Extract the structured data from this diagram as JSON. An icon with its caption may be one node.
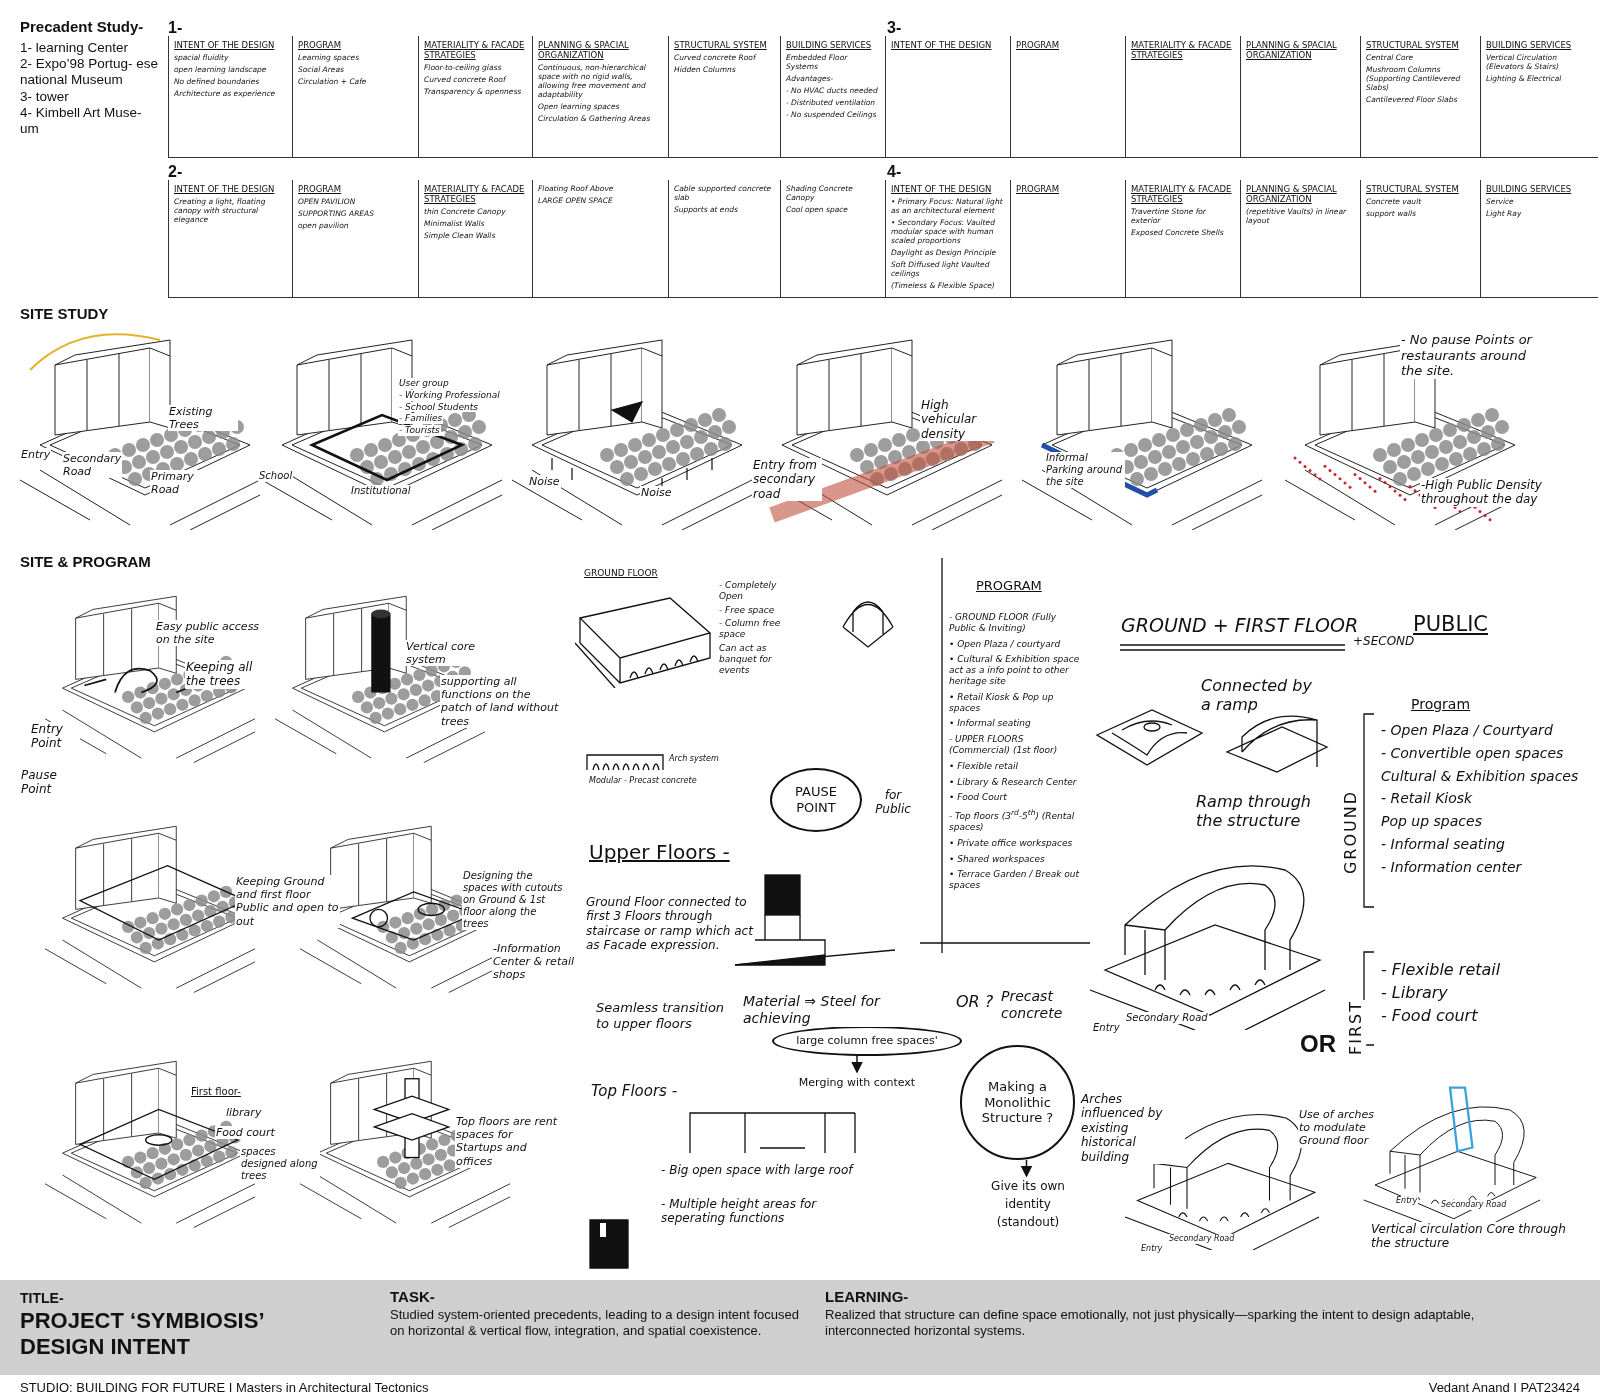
{
  "diagram": {
    "title": "PROJECT ‘SYMBIOSIS’ DESIGN INTENT",
    "nodes": [
      {
        "text": [
          "INTENT OF THE DESIGN",
          "spacial fluidity",
          "open learning landscape",
          "No defined boundaries",
          "Architecture as experience"
        ]
      },
      {
        "text": [
          "PROGRAM",
          "Learning spaces",
          "Social Areas",
          "Circulation + Cafe"
        ]
      },
      {
        "text": [
          "MATERIALITY & FACADE STRATEGIES",
          "Floor-to-ceiling glass",
          "Curved concrete Roof",
          "Transparency & openness"
        ]
      },
      {
        "text": [
          "PLANNING & SPACIAL ORGANIZATION",
          "Continuous, non-hierarchical space with no rigid walls, allowing free movement and adaptability",
          "Open learning spaces",
          "Circulation & Gathering Areas"
        ]
      },
      {
        "text": [
          "STRUCTURAL SYSTEM",
          "Curved concrete Roof",
          "Hidden Columns"
        ]
      },
      {
        "text": [
          "BUILDING SERVICES",
          "Embedded Floor Systems",
          "Advantages-",
          "- No HVAC ducts needed",
          "- Distributed ventilation",
          "- No suspended Ceilings"
        ]
      },
      {
        "text": [
          "INTENT OF THE DESIGN"
        ]
      },
      {
        "text": [
          "PROGRAM"
        ]
      },
      {
        "text": [
          "MATERIALITY & FACADE STRATEGIES"
        ]
      },
      {
        "text": [
          "PLANNING & SPACIAL ORGANIZATION"
        ]
      },
      {
        "text": [
          "STRUCTURAL SYSTEM",
          "Central Core",
          "Mushroom Columns (Supporting Cantilevered Slabs)",
          "Cantilevered Floor Slabs"
        ]
      },
      {
        "text": [
          "BUILDING SERVICES",
          "Vertical Circulation (Elevators & Stairs)",
          "Lighting & Electrical"
        ]
      },
      {
        "text": [
          "INTENT OF THE DESIGN",
          "Creating a light, floating canopy with structural elegance"
        ]
      },
      {
        "text": [
          "PROGRAM",
          "OPEN PAVILION",
          "SUPPORTING AREAS",
          "open pavilion"
        ]
      },
      {
        "text": [
          "MATERIALITY & FACADE STRATEGIES",
          "thin Concrete Canopy",
          "Minimalist Walls",
          "Simple Clean Walls"
        ]
      },
      {
        "text": [
          "Floating Roof Above",
          "LARGE OPEN SPACE"
        ]
      },
      {
        "text": [
          "Cable supported concrete slab",
          "Supports at ends"
        ]
      },
      {
        "text": [
          "Shading Concrete Canopy",
          "Cool open space"
        ]
      },
      {
        "text": [
          "INTENT OF THE DESIGN",
          "• Primary Focus: Natural light as an architectural element",
          "• Secondary Focus: Vaulted modular space with human scaled proportions",
          "Daylight as Design Principle",
          "Soft Diffused light Vaulted ceilings",
          "(Timeless & Flexible Space)"
        ]
      },
      {
        "text": [
          "PROGRAM"
        ]
      },
      {
        "text": [
          "MATERIALITY & FACADE STRATEGIES",
          "Travertine Stone for exterior",
          "Exposed Concrete Shells"
        ]
      },
      {
        "text": [
          "PLANNING & SPACIAL ORGANIZATION",
          "(repetitive Vaults) in linear layout"
        ]
      },
      {
        "text": [
          "STRUCTURAL SYSTEM",
          "Concrete vault",
          "support walls"
        ]
      },
      {
        "text": [
          "BUILDING SERVICES",
          "Service",
          "Light Ray"
        ]
      },
      {
        "text": [
          "PAUSE POINT"
        ],
        "beside": [
          "for Public"
        ]
      },
      {
        "text": [
          "large column free spaces'"
        ]
      },
      {
        "text": [
          "Merging with context"
        ]
      },
      {
        "text": [
          "Making a Monolithic Structure ?"
        ]
      },
      {
        "text": [
          "Give its own identity (standout)"
        ]
      }
    ],
    "edges": [
      {
        "from": 25,
        "to": 26,
        "arrow": "to"
      },
      {
        "from": 27,
        "to": 28,
        "arrow": "to"
      }
    ],
    "labels": [
      "Precadent Study-",
      "1- learning Center",
      "2- Expo’98 Portug- ese national Museum",
      "3- tower",
      "4- Kimbell Art Muse- um",
      "1-",
      "3-",
      "2-",
      "4-",
      "SITE STUDY",
      "Existing Trees",
      "Entry",
      "Secondary Road",
      "Primary Road",
      "User group",
      "- Working Professional",
      "- School Students",
      "- Families",
      "- Tourists",
      "School",
      "Institutional",
      "Noise",
      "Noise",
      "High vehicular density",
      "Entry from secondary road",
      "Informal Parking around the site",
      "- No pause Points or restaurants around the site.",
      "-High Public Density throughout the day",
      "SITE & PROGRAM",
      "Easy public access on the site",
      "Keeping all the trees",
      "Entry Point",
      "Pause Point",
      "Vertical core system",
      "supporting all functions on the patch of land without trees",
      "GROUND FLOOR",
      "- Completely Open",
      "- Free space",
      "- Column free space",
      "Can act as banquet for events",
      "Arch system",
      "Modular - Precast concrete",
      "PROGRAM",
      "- GROUND FLOOR (Fully Public & Inviting)",
      "• Open Plaza / courtyard",
      "• Cultural & Exhibition space act as a info point to other heritage site",
      "• Retail Kiosk & Pop up spaces",
      "• Informal seating",
      "- UPPER FLOORS (Commercial) (1st floor)",
      "• Flexible retail",
      "• Library & Research Center",
      "• Food Court",
      "- Top floors (3$^{rd}$-5$^{th}$) (Rental spaces)",
      "• Private office workspaces",
      "• Shared workspaces",
      "• Terrace Garden / Break out spaces",
      "GROUND + FIRST FLOOR",
      "+SECOND",
      "PUBLIC",
      "Connected by a ramp",
      "Keeping Ground and first floor Public and open to out",
      "Designing the spaces with cutouts on Ground & 1st floor along the trees",
      "-Information Center & retail shops",
      "Upper Floors -",
      "Ground Floor connected to first 3 Floors through staircase or ramp which act as Facade expression.",
      "Ramp through the structure",
      "Program",
      "GROUND",
      "- Open Plaza / Courtyard",
      "- Convertible open spaces",
      "Cultural & Exhibition spaces",
      "- Retail Kiosk",
      "Pop up spaces",
      "- Informal seating",
      "- Information center",
      "Secondary Road",
      "Entry",
      "Seamless transition to upper floors",
      "Material ⇒ Steel for achieving",
      "OR ?",
      "Precast concrete",
      "FIRST",
      "- Flexible retail",
      "- Library",
      "- Food court",
      "OR",
      "First floor-",
      "library",
      "Food court",
      "spaces designed along trees",
      "Top floors are rent spaces for Startups and offices",
      "Top Floors -",
      "Arches influenced by existing historical building",
      "Use of arches to modulate Ground floor",
      "- Big open space with large roof",
      "- Multiple height areas for seperating functions",
      "Secondary Road",
      "Entry",
      "Secondary Road",
      "Entry",
      "Vertical circulation Core through the structure",
      "TITLE-",
      "TASK-",
      "Studied system-oriented precedents, leading to a design intent focused on horizontal & vertical flow, integration, and spatial coexistence.",
      "LEARNING-",
      "Realized that structure can define space emotionally, not just physically—sparking the intent to design adaptable, interconnected horizontal systems.",
      "STUDIO: BUILDING FOR FUTURE I Masters in Architectural Tectonics",
      "Vedant Anand I PAT23424"
    ]
  }
}
